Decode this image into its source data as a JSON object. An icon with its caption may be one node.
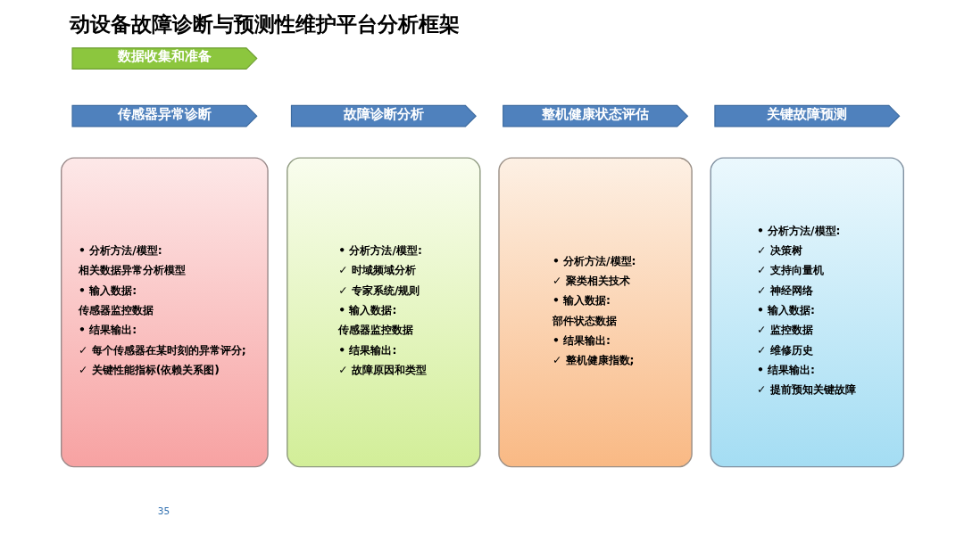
{
  "diagram": {
    "title": "动设备故障诊断与预测性维护平台分析框架",
    "nodes": [
      {
        "text": [
          "数据收集和准备"
        ]
      },
      {
        "text": [
          "传感器异常诊断"
        ]
      },
      {
        "text": [
          "故障诊断分析"
        ]
      },
      {
        "text": [
          "整机健康状态评估"
        ]
      },
      {
        "text": [
          "关键故障预测"
        ]
      },
      {
        "text": [
          "• 分析方法/模型:",
          "相关数据异常分析模型",
          "• 输入数据:",
          "传感器监控数据",
          "• 结果输出:",
          "✓ 每个传感器在某时刻的异常评分;",
          "✓ 关键性能指标(依赖关系图)"
        ]
      },
      {
        "text": [
          "• 分析方法/模型:",
          "✓ 时域频域分析",
          "✓ 专家系统/规则",
          "• 输入数据:",
          "传感器监控数据",
          "• 结果输出:",
          "✓ 故障原因和类型"
        ]
      },
      {
        "text": [
          "• 分析方法/模型:",
          "✓ 聚类相关技术",
          "• 输入数据:",
          "部件状态数据",
          "• 结果输出:",
          "✓ 整机健康指数;"
        ]
      },
      {
        "text": [
          "• 分析方法/模型:",
          "✓ 决策树",
          "✓ 支持向量机",
          "✓ 神经网络",
          "• 输入数据:",
          "✓ 监控数据",
          "✓ 维修历史",
          "• 结果输出:",
          "✓ 提前预知关键故障"
        ]
      }
    ],
    "labels": [
      "35"
    ]
  }
}
